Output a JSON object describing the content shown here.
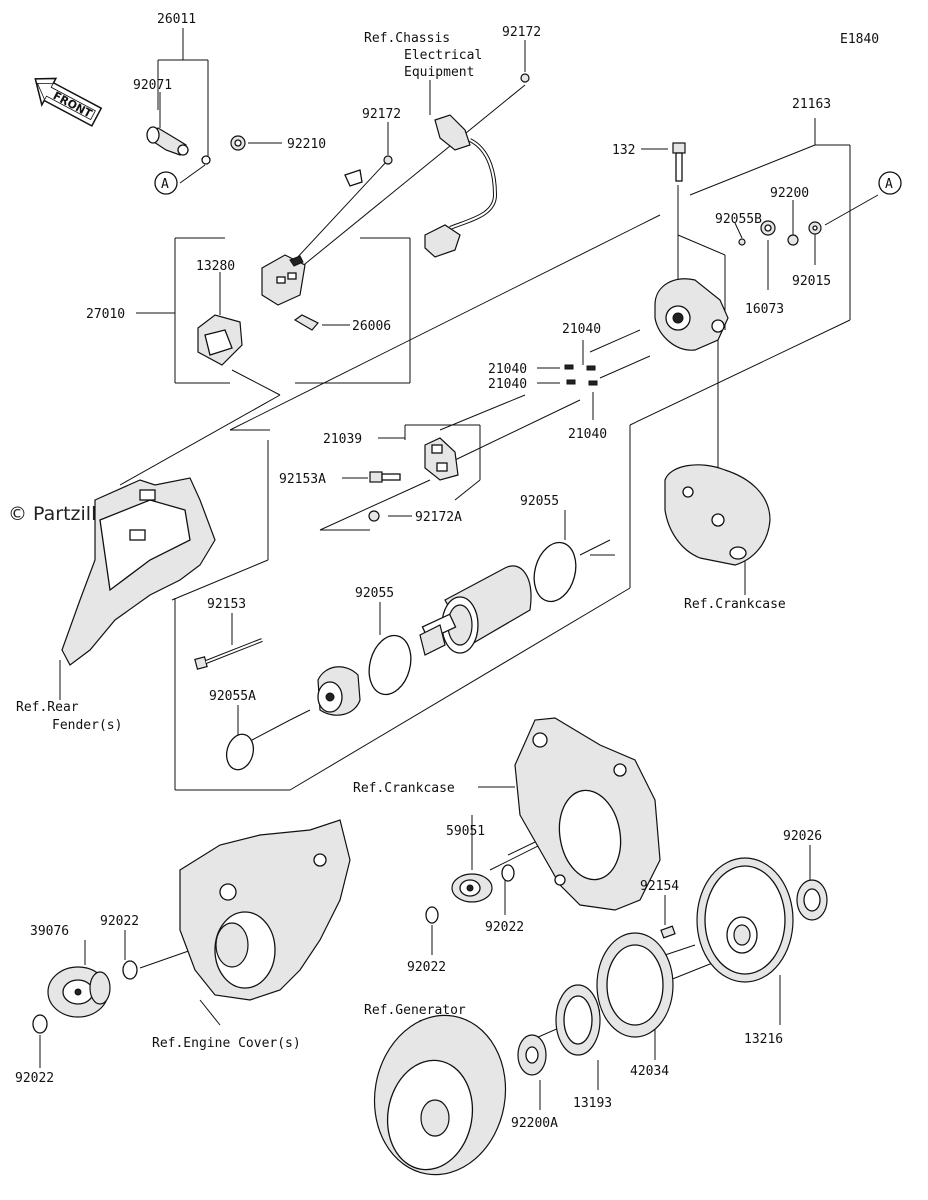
{
  "diagram_code": "E1840",
  "watermark": "© Partzilla.com",
  "front_label": "FRONT",
  "callout_a": "A",
  "parts": {
    "p26011": "26011",
    "p92071": "92071",
    "p92210": "92210",
    "p92172_top": "92172",
    "p92172_mid": "92172",
    "p13280": "13280",
    "p27010": "27010",
    "p26006": "26006",
    "p132": "132",
    "p21163": "21163",
    "p92200": "92200",
    "p92055B": "92055B",
    "p92015": "92015",
    "p16073": "16073",
    "p21040_a": "21040",
    "p21040_b": "21040",
    "p21040_c": "21040",
    "p21040_d": "21040",
    "p21039": "21039",
    "p92153A": "92153A",
    "p92172A": "92172A",
    "p92055_a": "92055",
    "p92055_b": "92055",
    "p92153": "92153",
    "p92055A": "92055A",
    "p59051": "59051",
    "p92022_a": "92022",
    "p92022_b": "92022",
    "p92022_c": "92022",
    "p92022_d": "92022",
    "p92026": "92026",
    "p92154": "92154",
    "p39076": "39076",
    "p13216": "13216",
    "p42034": "42034",
    "p13193": "13193",
    "p92200A": "92200A"
  },
  "refs": {
    "chassis_1": "Ref.Chassis",
    "chassis_2": "Electrical",
    "chassis_3": "Equipment",
    "rear_fender_1": "Ref.Rear",
    "rear_fender_2": "Fender(s)",
    "crankcase_upper": "Ref.Crankcase",
    "crankcase_mid": "Ref.Crankcase",
    "engine_cover": "Ref.Engine Cover(s)",
    "generator": "Ref.Generator"
  }
}
